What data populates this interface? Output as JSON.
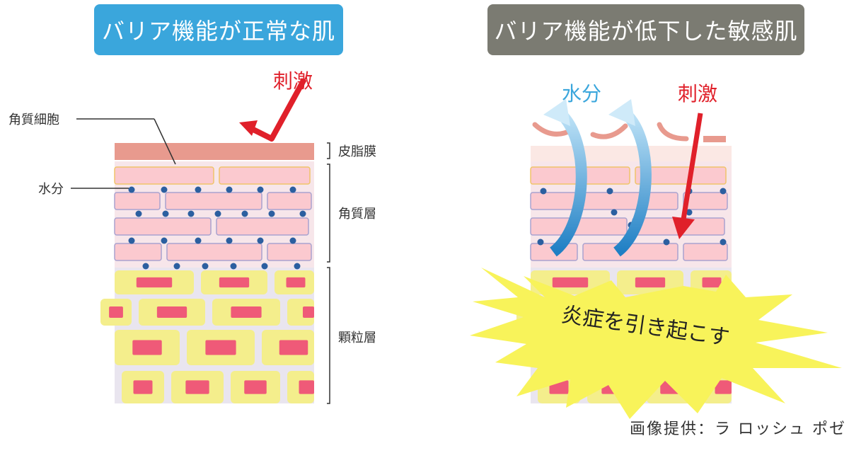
{
  "left": {
    "title": "バリア機能が正常な肌",
    "stimulus": "刺激",
    "labels": {
      "corneocyte": "角質細胞",
      "moisture": "水分",
      "sebum_membrane": "皮脂膜",
      "stratum_corneum": "角質層",
      "stratum_granulosum": "顆粒層"
    }
  },
  "right": {
    "title": "バリア機能が低下した敏感肌",
    "moisture": "水分",
    "stimulus": "刺激",
    "inflammation": "炎症を引き起こす"
  },
  "credit": "画像提供：ラ ロッシュ ポゼ",
  "colors": {
    "title_left_bg": "#3aa6dc",
    "title_right_bg": "#7b7b72",
    "stimulus_red": "#e0202a",
    "moisture_blue": "#3aa6dc",
    "sebum": "#e89a8e",
    "corneocyte_fill": "#fbc9cf",
    "granular_cell": "#f4ee8c",
    "nucleus": "#ef5a78",
    "burst": "#f8f35a"
  }
}
